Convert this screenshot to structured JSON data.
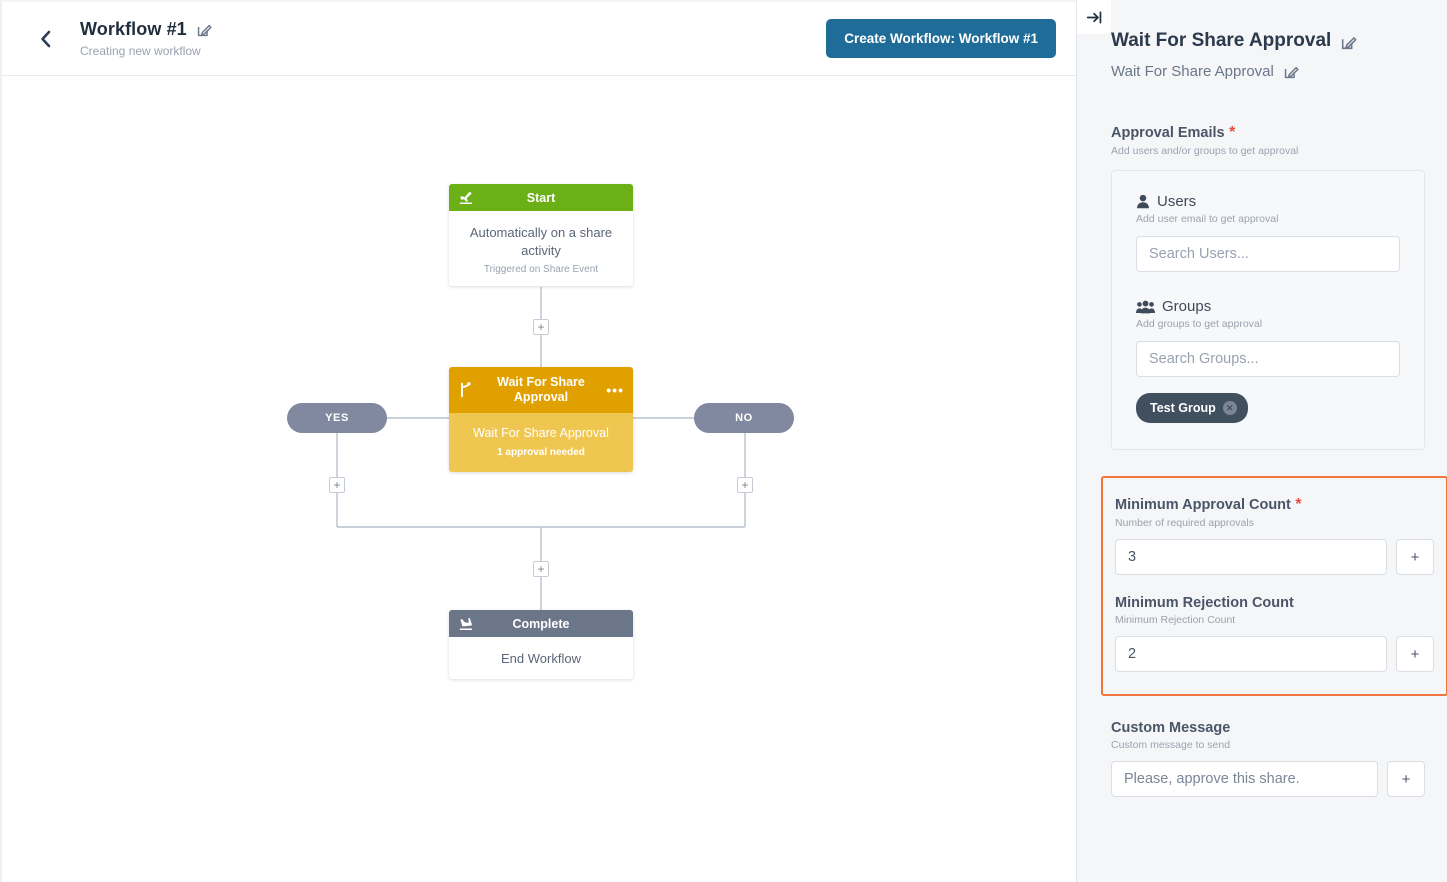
{
  "header": {
    "back_icon": "chevron-left-icon",
    "title": "Workflow #1",
    "subtitle": "Creating new workflow",
    "edit_icon": "edit-pencil-icon",
    "create_button": "Create Workflow: Workflow #1",
    "accent_color": "#1f6c99"
  },
  "canvas": {
    "nodes": [
      {
        "id": "start",
        "icon": "plane-takeoff-icon",
        "header": "Start",
        "body_line1": "Automatically on a share activity",
        "body_line2": "Triggered on Share Event",
        "color": "#6cb018"
      },
      {
        "id": "approval",
        "icon": "branch-icon",
        "menu_icon": "ellipsis-icon",
        "header": "Wait For Share Approval",
        "body_line1": "Wait For Share Approval",
        "body_line2": "1 approval needed",
        "color": "#dfa000",
        "body_color": "#efc750"
      },
      {
        "id": "complete",
        "icon": "plane-landing-icon",
        "header": "Complete",
        "body_line1": "End Workflow",
        "color": "#6b7689"
      }
    ],
    "branch_labels": {
      "yes": "YES",
      "no": "NO"
    },
    "add_button_label": "+"
  },
  "panel": {
    "collapse_icon": "collapse-panel-icon",
    "title": "Wait For Share Approval",
    "title_edit_icon": "edit-pencil-icon",
    "subtitle": "Wait For Share Approval",
    "subtitle_edit_icon": "edit-pencil-icon",
    "approval_emails": {
      "label": "Approval Emails",
      "required_marker": "*",
      "hint": "Add users and/or groups to get approval",
      "users": {
        "icon": "user-icon",
        "title": "Users",
        "hint": "Add user email to get approval",
        "placeholder": "Search Users...",
        "value": ""
      },
      "groups": {
        "icon": "users-group-icon",
        "title": "Groups",
        "hint": "Add groups to get approval",
        "placeholder": "Search Groups...",
        "value": "",
        "chips": [
          {
            "label": "Test Group",
            "remove_icon": "close-icon"
          }
        ]
      }
    },
    "highlight_color": "#f0763c",
    "min_approval": {
      "label": "Minimum Approval Count",
      "required_marker": "*",
      "hint": "Number of required approvals",
      "value": "3",
      "plus_label": "+"
    },
    "min_rejection": {
      "label": "Minimum Rejection Count",
      "hint": "Minimum Rejection Count",
      "value": "2",
      "plus_label": "+"
    },
    "custom_message": {
      "label": "Custom Message",
      "hint": "Custom message to send",
      "value": "Please, approve this share.",
      "plus_label": "+"
    }
  }
}
